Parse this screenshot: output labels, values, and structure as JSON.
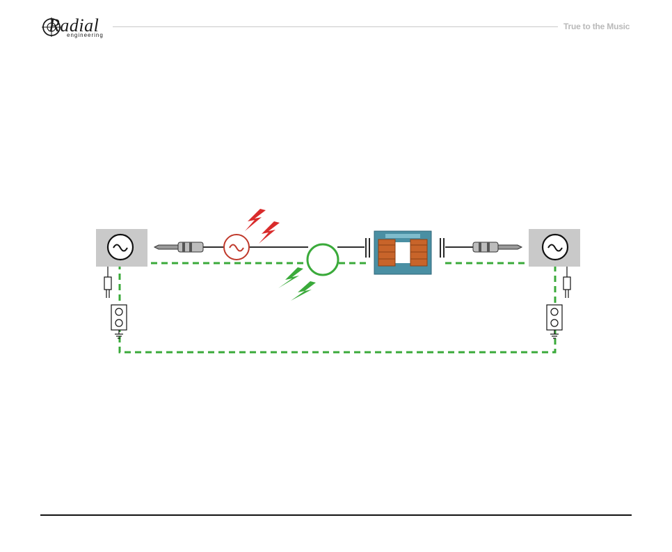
{
  "header": {
    "brand_name": "Radial",
    "brand_sub": "engineering",
    "tagline": "True to the Music"
  },
  "colors": {
    "ground_dashed": "#3aaa3a",
    "noise_red": "#d92b2b",
    "noise_green": "#3aaa3a",
    "device_gray": "#c9c9c9",
    "signal_line": "#111111",
    "transformer_core": "#4a8fa3",
    "transformer_coil": "#c8642a"
  },
  "icons": {
    "left_device": "sine-wave-source-icon",
    "right_device": "sine-wave-source-icon",
    "left_plug": "ac-plug-icon",
    "right_plug": "ac-plug-icon",
    "left_outlet": "wall-outlet-icon",
    "right_outlet": "wall-outlet-icon",
    "hum_source": "sine-wave-noise-icon",
    "red_bolts": "lightning-bolt-icon",
    "green_bolts": "lightning-bolt-icon",
    "transformer": "isolation-transformer-icon",
    "left_jack": "quarter-inch-jack-icon",
    "right_jack": "quarter-inch-jack-icon"
  }
}
